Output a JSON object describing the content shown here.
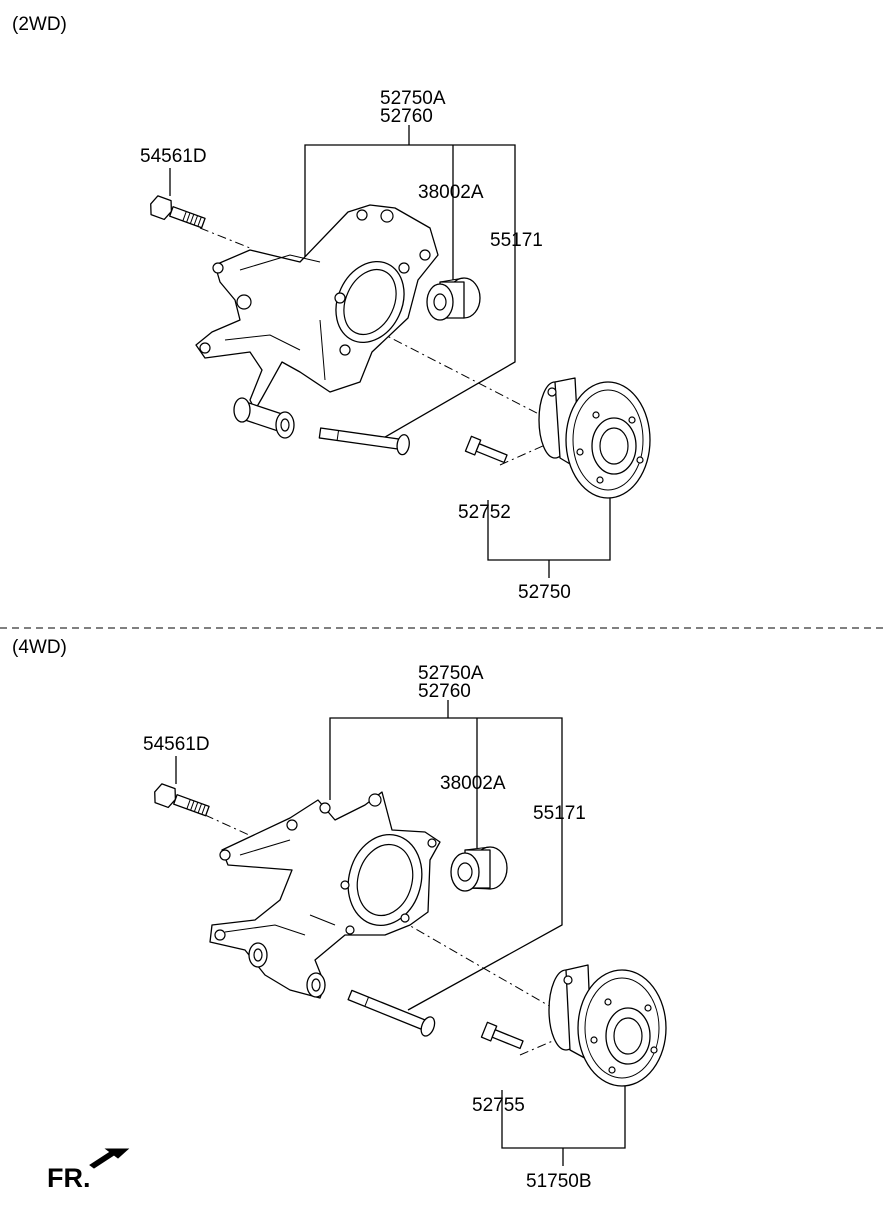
{
  "sections": [
    {
      "title": "(2WD)",
      "labels": {
        "knuckle_a": "52750A",
        "knuckle_b": "52760",
        "bolt": "54561D",
        "bushing": "38002A",
        "pin": "55171",
        "hub_bolt": "52752",
        "hub_assy": "52750"
      }
    },
    {
      "title": "(4WD)",
      "labels": {
        "knuckle_a": "52750A",
        "knuckle_b": "52760",
        "bolt": "54561D",
        "bushing": "38002A",
        "pin": "55171",
        "hub_bolt": "52755",
        "hub_assy": "51750B"
      }
    }
  ],
  "footer": {
    "front_label": "FR.",
    "icon": "arrow-icon"
  }
}
